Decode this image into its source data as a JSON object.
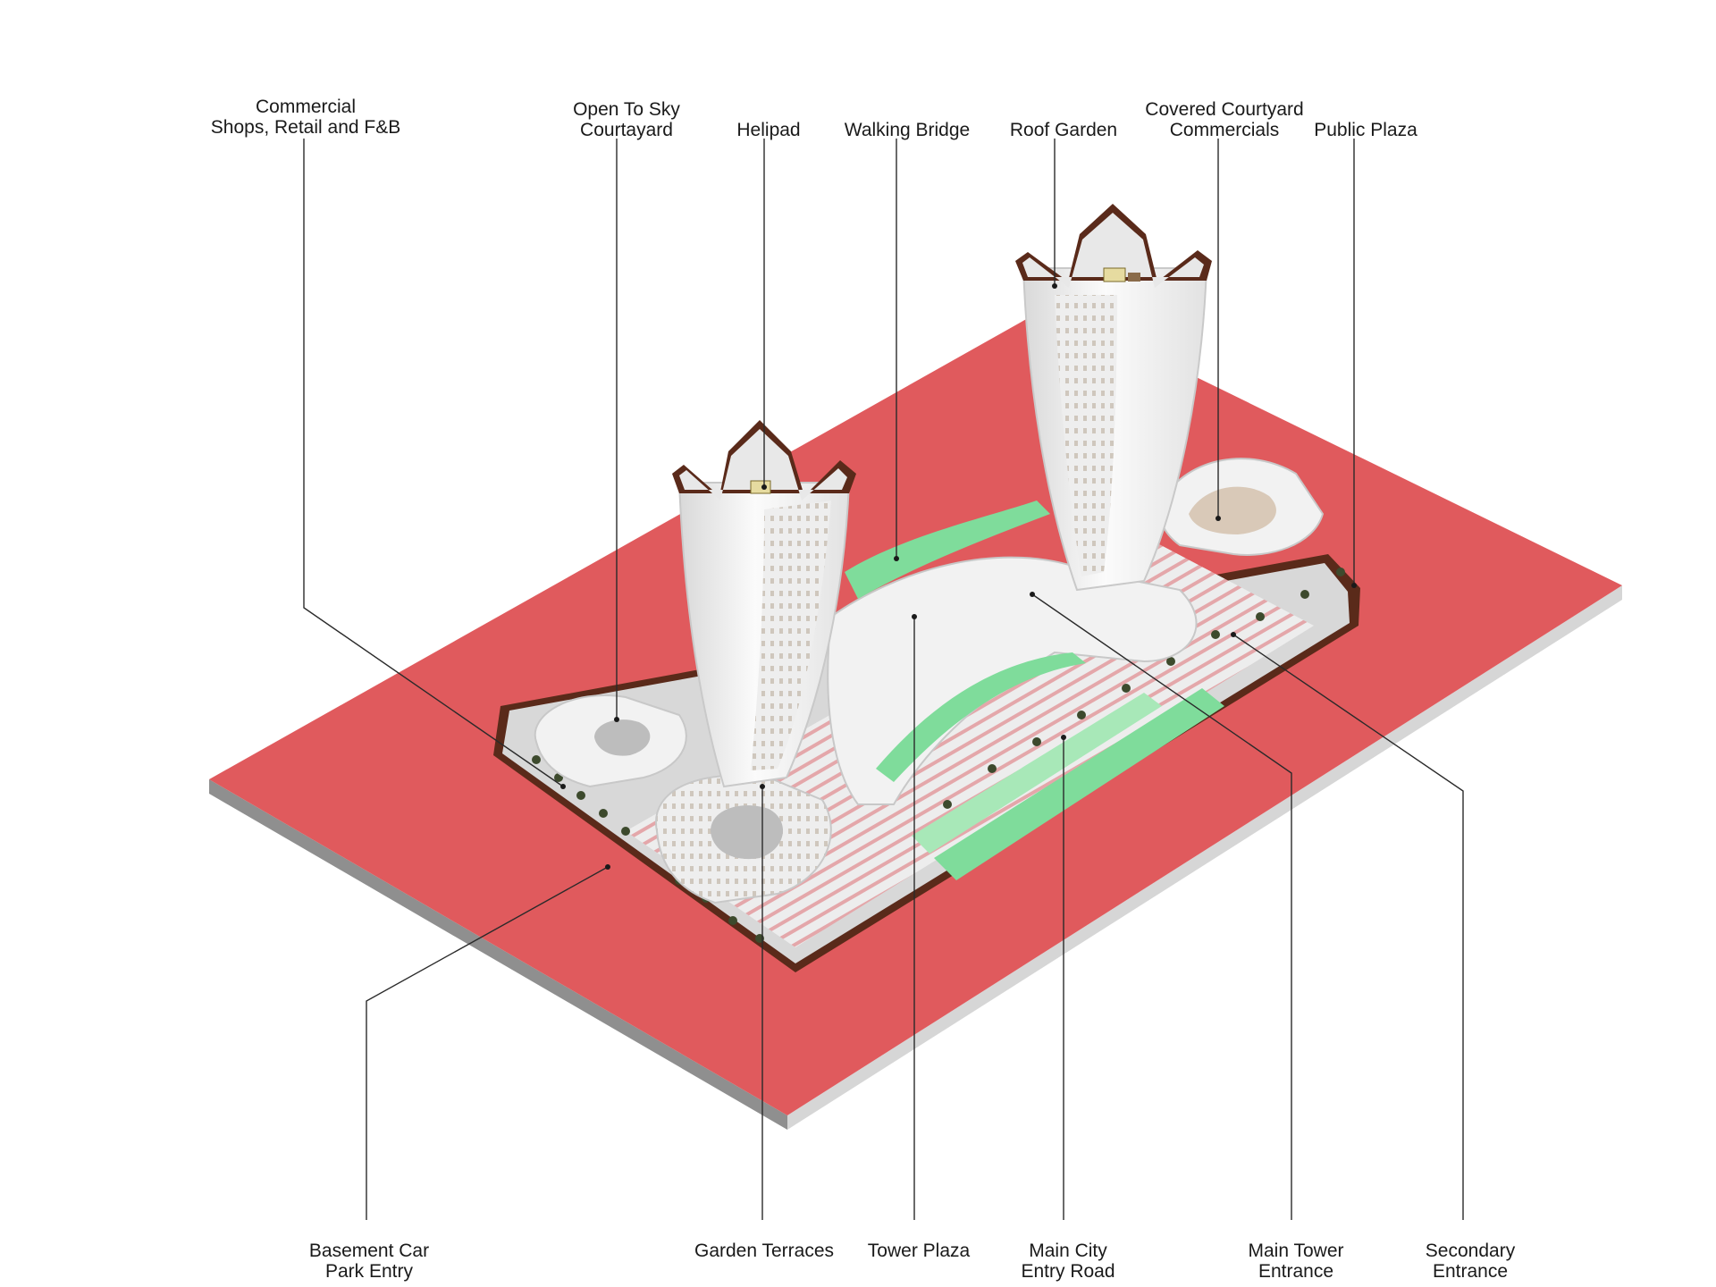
{
  "colors": {
    "site": "#e05a5d",
    "site_edge": "#c9c9c9",
    "ground": "#b9b9b9",
    "outline": "#5a2a1a",
    "building": "#f2f2f2",
    "garden": "#7fdc9b",
    "road_stripe": "#e4a7aa",
    "tree": "#3d4a2d",
    "leader": "#2a2a2a"
  },
  "labels": {
    "commercial": [
      "Commercial",
      "Shops, Retail and F&B"
    ],
    "open_to_sky": [
      "Open To Sky",
      "Courtayard"
    ],
    "helipad": [
      "Helipad"
    ],
    "walking_bridge": [
      "Walking Bridge"
    ],
    "roof_garden": [
      "Roof Garden"
    ],
    "covered_courtyard": [
      "Covered Courtyard",
      "Commercials"
    ],
    "public_plaza": [
      "Public Plaza"
    ],
    "basement": [
      "Basement Car",
      "Park Entry"
    ],
    "garden_terraces": [
      "Garden Terraces"
    ],
    "tower_plaza": [
      "Tower Plaza"
    ],
    "main_city_road": [
      "Main City",
      "Entry Road"
    ],
    "main_tower_entrance": [
      "Main Tower",
      "Entrance"
    ],
    "secondary_entrance": [
      "Secondary",
      "Entrance"
    ]
  }
}
